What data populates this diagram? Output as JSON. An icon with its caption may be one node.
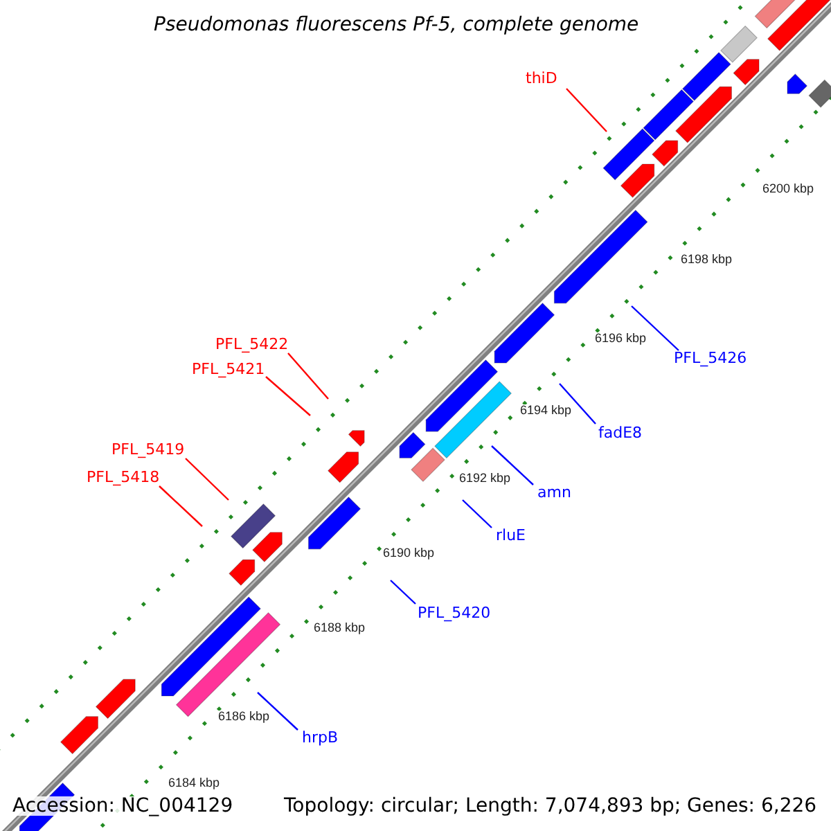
{
  "diagram": {
    "title": "Pseudomonas fluorescens Pf-5, complete genome",
    "nodes": [
      {
        "text": [
          "thiD"
        ]
      },
      {
        "text": [
          "PFL_5422"
        ]
      },
      {
        "text": [
          "PFL_5421"
        ]
      },
      {
        "text": [
          "PFL_5419"
        ]
      },
      {
        "text": [
          "PFL_5418"
        ]
      },
      {
        "text": [
          "PFL_5426"
        ]
      },
      {
        "text": [
          "fadE8"
        ]
      },
      {
        "text": [
          "amn"
        ]
      },
      {
        "text": [
          "rluE"
        ]
      },
      {
        "text": [
          "PFL_5420"
        ]
      },
      {
        "text": [
          "hrpB"
        ]
      }
    ],
    "edges": [
      {
        "from": 0,
        "to": null,
        "arrow": "none",
        "color": "#ff0000"
      },
      {
        "from": 1,
        "to": null,
        "arrow": "none",
        "color": "#ff0000"
      },
      {
        "from": 2,
        "to": null,
        "arrow": "none",
        "color": "#ff0000"
      },
      {
        "from": 3,
        "to": null,
        "arrow": "none",
        "color": "#ff0000"
      },
      {
        "from": 4,
        "to": null,
        "arrow": "none",
        "color": "#ff0000"
      },
      {
        "from": 5,
        "to": null,
        "arrow": "none"
      },
      {
        "from": 6,
        "to": null,
        "arrow": "none"
      },
      {
        "from": 7,
        "to": null,
        "arrow": "none"
      },
      {
        "from": 8,
        "to": null,
        "arrow": "none"
      },
      {
        "from": 9,
        "to": null,
        "arrow": "none"
      },
      {
        "from": 10,
        "to": null,
        "arrow": "none"
      }
    ],
    "labels": [
      "6200 kbp",
      "6198 kbp",
      "6196 kbp",
      "6194 kbp",
      "6192 kbp",
      "6190 kbp",
      "6188 kbp",
      "6186 kbp",
      "6184 kbp",
      "Accession: NC_004129",
      "Topology: circular; Length: 7,074,893 bp; Genes: 6,226"
    ]
  }
}
